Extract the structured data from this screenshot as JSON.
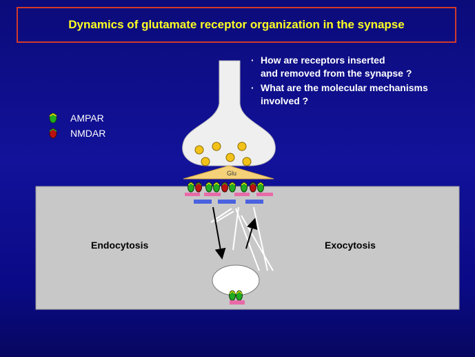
{
  "title": "Dynamics of glutamate receptor organization in the synapse",
  "questions": [
    "How are receptors inserted\nand removed from the synapse ?",
    "What are the molecular mechanisms\ninvolved ?"
  ],
  "legend": [
    {
      "label": "AMPAR",
      "color": "#22aa22"
    },
    {
      "label": "NMDAR",
      "color": "#bb1111"
    }
  ],
  "diagram": {
    "glu_label": "Glu",
    "endocytosis_label": "Endocytosis",
    "exocytosis_label": "Exocytosis"
  },
  "colors": {
    "title_text": "#ffff22",
    "title_border": "#d23a2a",
    "background": "#10108e",
    "postsynaptic_cell": "#c8c8c8",
    "presynaptic_terminal": "#efefef",
    "vesicle": "#f2c21a",
    "cleft": "#f5d27a",
    "scaffold_pink": "#e86aa8",
    "scaffold_blue": "#4a62e0"
  }
}
